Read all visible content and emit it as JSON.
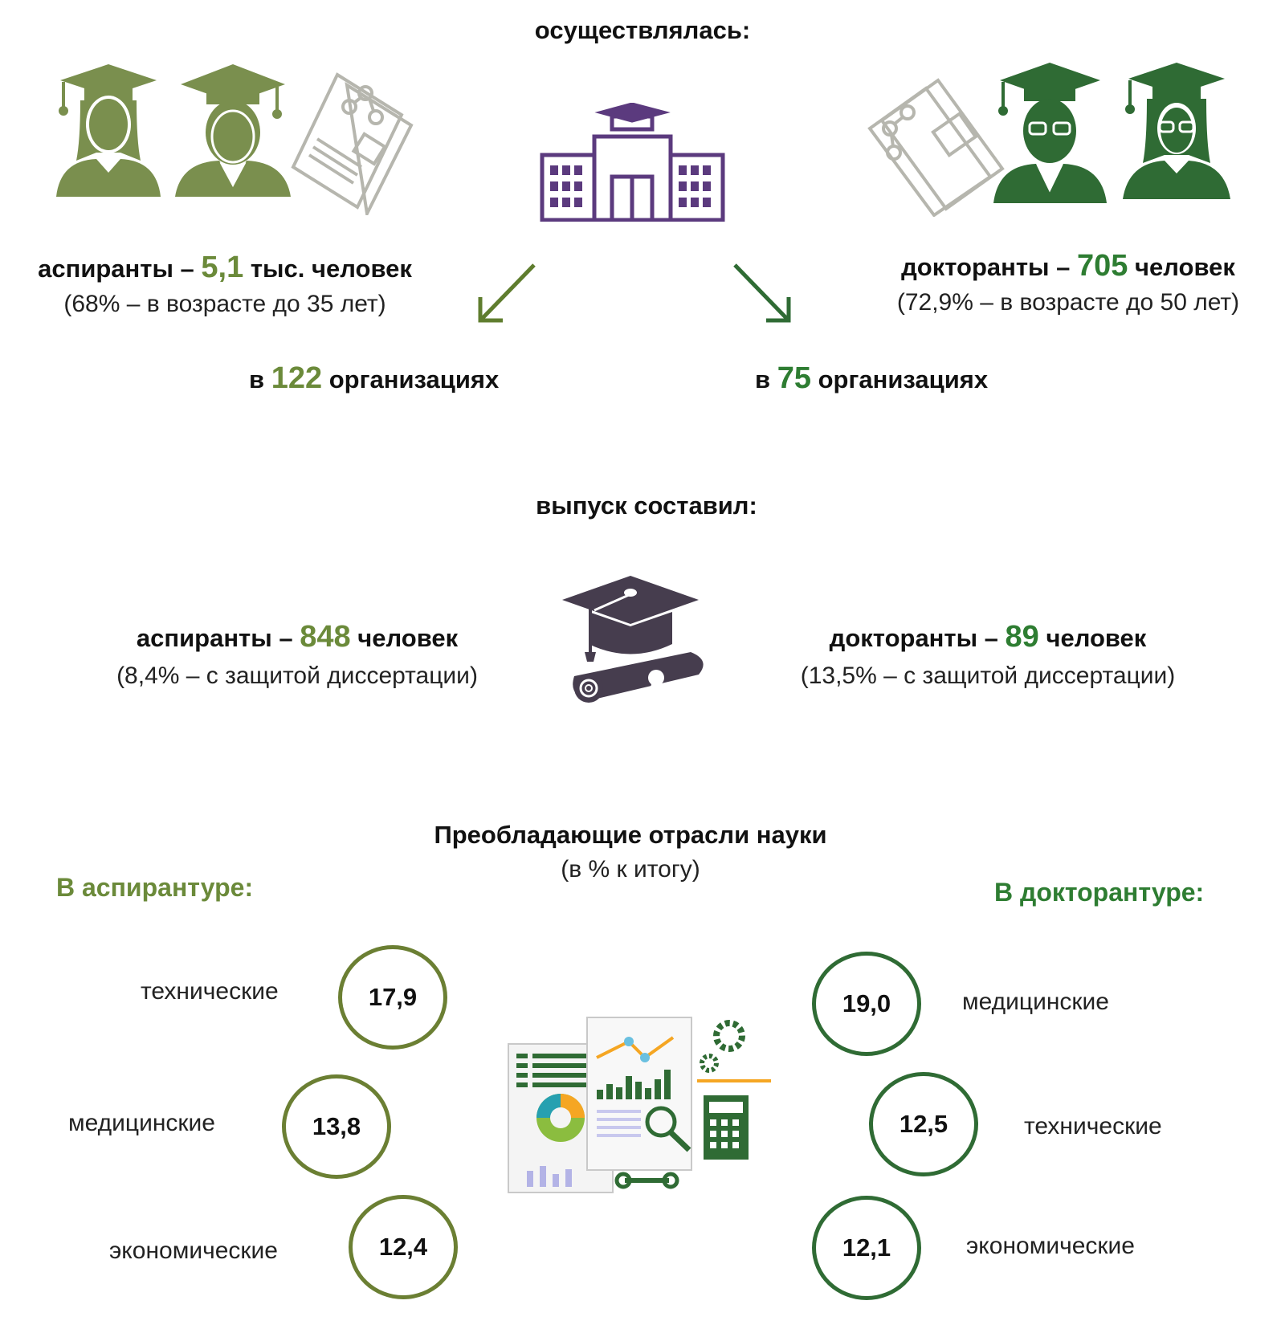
{
  "header": {
    "title": "осуществлялась:"
  },
  "enrollment": {
    "left": {
      "prefix": "аспиранты –",
      "value": "5,1",
      "suffix": "тыс. человек",
      "note": "(68% – в возрасте до 35 лет)",
      "org_prefix": "в",
      "org_value": "122",
      "org_suffix": "организациях"
    },
    "right": {
      "prefix": "докторанты –",
      "value": "705",
      "suffix": "человек",
      "note": "(72,9% – в возрасте до 50 лет)",
      "org_prefix": "в",
      "org_value": "75",
      "org_suffix": "организациях"
    }
  },
  "graduation": {
    "title": "выпуск составил:",
    "left": {
      "prefix": "аспиранты –",
      "value": "848",
      "suffix": "человек",
      "note": "(8,4% – с защитой диссертации)"
    },
    "right": {
      "prefix": "докторанты –",
      "value": "89",
      "suffix": "человек",
      "note": "(13,5% – с защитой диссертации)"
    }
  },
  "fields": {
    "title": "Преобладающие отрасли науки",
    "subtitle": "(в % к итогу)",
    "left": {
      "heading": "В аспирантуре:",
      "items": [
        {
          "label": "технические",
          "value": "17,9"
        },
        {
          "label": "медицинские",
          "value": "13,8"
        },
        {
          "label": "экономические",
          "value": "12,4"
        }
      ]
    },
    "right": {
      "heading": "В докторантуре:",
      "items": [
        {
          "label": "медицинские",
          "value": "19,0"
        },
        {
          "label": "технические",
          "value": "12,5"
        },
        {
          "label": "экономические",
          "value": "12,1"
        }
      ]
    }
  },
  "colors": {
    "olive": "#6b8a3a",
    "green": "#2e7d32",
    "purple": "#5b3a7e",
    "dark": "#463d4e"
  },
  "icons": [
    "female-graduate-icon",
    "male-graduate-icon",
    "document-icon",
    "university-building-icon",
    "grad-cap-diploma-icon",
    "analytics-icon"
  ]
}
